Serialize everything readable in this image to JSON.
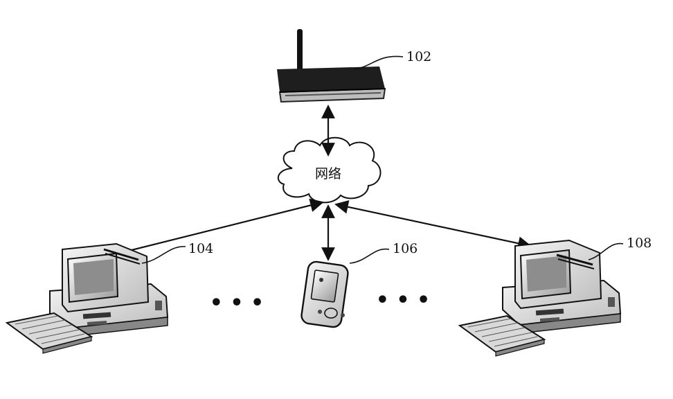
{
  "labels": {
    "router": "102",
    "computer_left": "104",
    "pda": "106",
    "computer_right": "108"
  },
  "network": {
    "label": "网络"
  },
  "ellipsis": {
    "left": "• • •",
    "right": "• • •"
  }
}
